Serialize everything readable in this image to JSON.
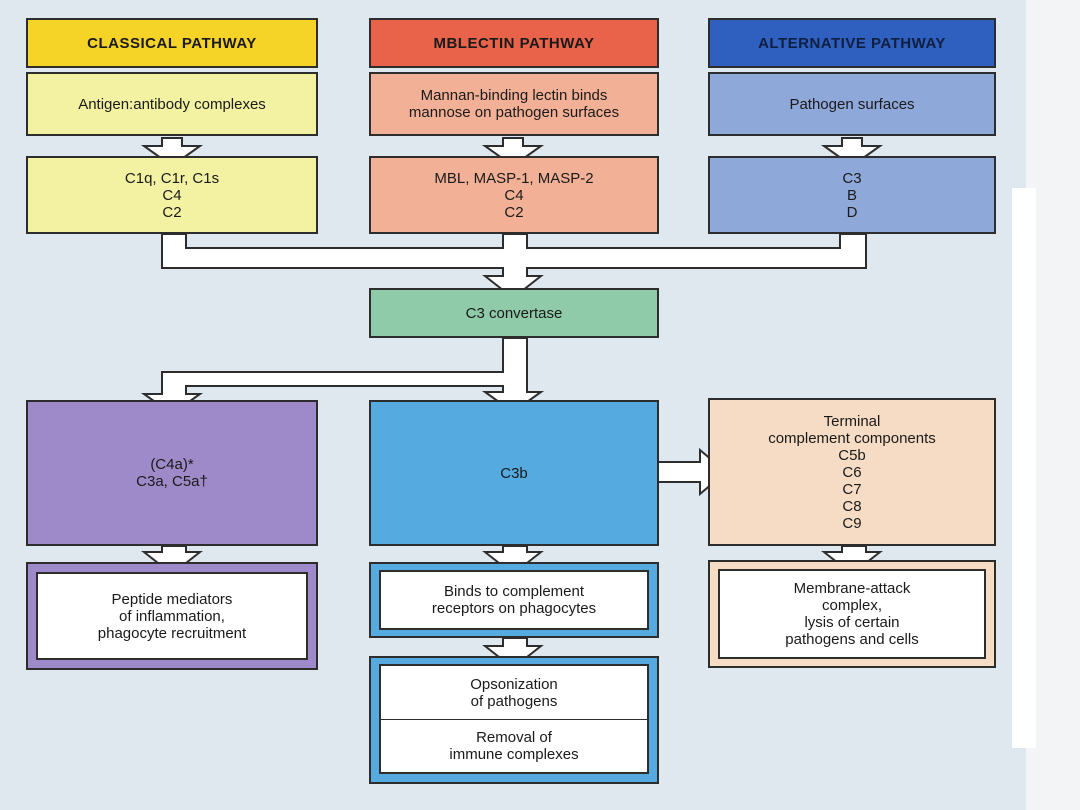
{
  "headers": {
    "classical": "CLASSICAL PATHWAY",
    "mblectin": "MBLECTIN PATHWAY",
    "alternative": "ALTERNATIVE PATHWAY"
  },
  "triggers": {
    "classical": "Antigen:antibody complexes",
    "mblectin": "Mannan-binding lectin binds\nmannose on pathogen surfaces",
    "alternative": "Pathogen surfaces"
  },
  "components": {
    "classical": "C1q, C1r, C1s\nC4\nC2",
    "mblectin": "MBL, MASP-1, MASP-2\nC4\nC2",
    "alternative": "C3\nB\nD"
  },
  "convertase": "C3 convertase",
  "products": {
    "mediators": "(C4a)*\nC3a,  C5a†",
    "c3b": "C3b",
    "terminal": "Terminal\ncomplement components\nC5b\nC6\nC7\nC8\nC9"
  },
  "outcomes": {
    "inflammation": "Peptide mediators\nof inflammation,\nphagocyte recruitment",
    "receptors": "Binds to complement\nreceptors on phagocytes",
    "mac": "Membrane-attack\ncomplex,\nlysis of certain\npathogens and cells",
    "opsonization": "Opsonization\nof pathogens",
    "removal": "Removal of\nimmune complexes"
  },
  "colors": {
    "classical_header": "#f5d327",
    "classical_fill": "#f3f2a2",
    "mblectin_header": "#e8634a",
    "mblectin_fill": "#f2b096",
    "alternative_header": "#2f5fbf",
    "alternative_fill": "#8fa8da",
    "convertase_fill": "#8fcaa9",
    "mediators_fill": "#9f8ac9",
    "c3b_fill": "#55aadf",
    "terminal_fill": "#f6dcc4"
  }
}
